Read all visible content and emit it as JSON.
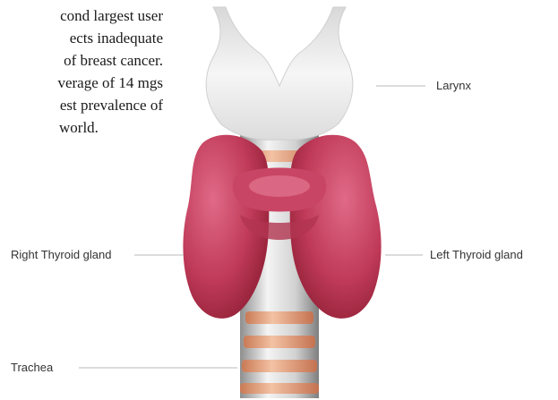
{
  "paragraph": {
    "lines": [
      "cond largest user",
      "ects  inadequate",
      "of  breast  cancer.",
      "verage of 14 mgs",
      "est prevalence of",
      "world."
    ]
  },
  "labels": {
    "larynx": "Larynx",
    "right_thyroid": "Right Thyroid gland",
    "left_thyroid": "Left Thyroid gland",
    "trachea": "Trachea"
  },
  "colors": {
    "gland": "#b8334e",
    "gland_highlight": "#d9577a",
    "larynx": "#ececec",
    "trachea_ring": "#e8a27c",
    "trachea_metal": "#c8c8c8"
  }
}
